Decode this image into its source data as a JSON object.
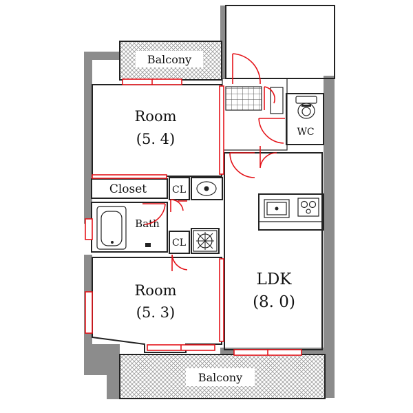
{
  "rooms": {
    "balcony_top": "Balcony",
    "room1_name": "Room",
    "room1_size": "(5. 4)",
    "wc": "WC",
    "closet": "Closet",
    "cl1": "CL",
    "cl2": "CL",
    "bath": "Bath",
    "room2_name": "Room",
    "room2_size": "(5. 3)",
    "ldk_name": "LDK",
    "ldk_size": "(8. 0)",
    "balcony_bottom": "Balcony"
  },
  "colors": {
    "wall": "#8c8c8c",
    "door_window": "#e4141a",
    "line": "#222222"
  }
}
